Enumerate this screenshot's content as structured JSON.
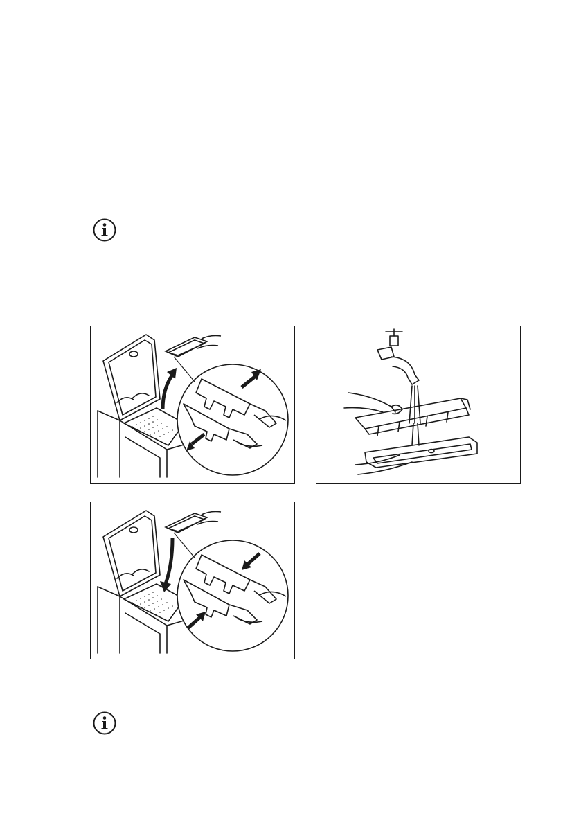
{
  "page": {
    "background": "#ffffff",
    "line_color": "#1a1a1a"
  },
  "icons": {
    "info_top": "info-icon",
    "info_bottom": "info-icon"
  },
  "figures": [
    {
      "name": "remove-dispenser-figure",
      "icon": "washer-dispenser-removal"
    },
    {
      "name": "rinse-dispenser-figure",
      "icon": "tap-rinsing-dispenser"
    },
    {
      "name": "reinstall-dispenser-figure",
      "icon": "washer-dispenser-insertion"
    }
  ]
}
